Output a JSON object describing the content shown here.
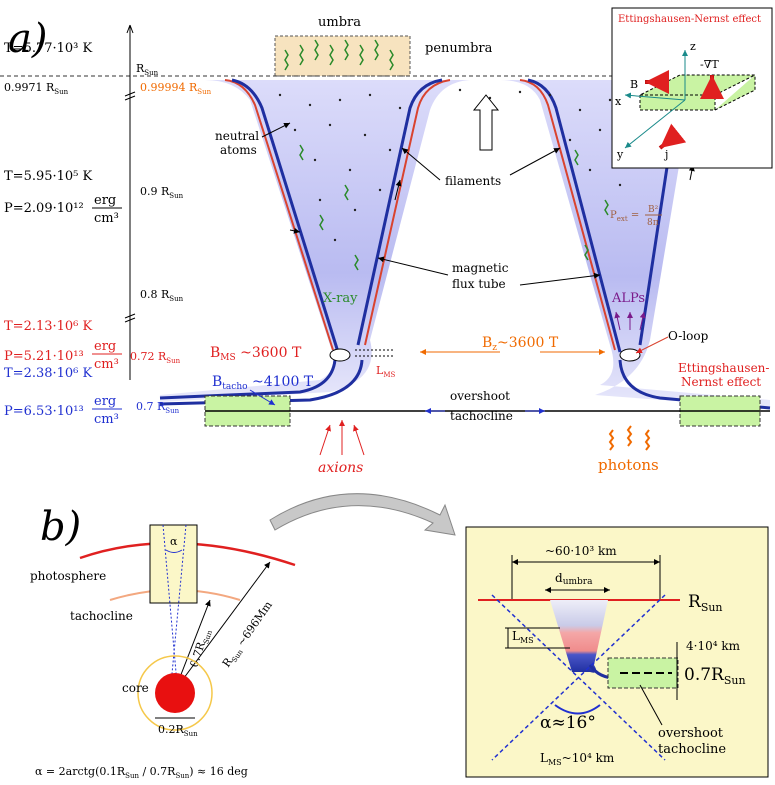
{
  "colors": {
    "tube_fill": "#c9caf4",
    "tube_dark": "#8c8fe0",
    "wall_red": "#d9432f",
    "wall_blue": "#1f2fa0",
    "umbra_fill": "#f7e3bf",
    "green_box": "#c9f3a3",
    "panel_b_bg": "#fbf7c8",
    "red_text": "#e02020",
    "blue_text": "#2030d0",
    "orange_text": "#f06a00",
    "green_text": "#2a8a2a",
    "purple_text": "#7a1a8a"
  },
  "panel_a": {
    "label": "a)",
    "left_params": {
      "t1": "T=5.77·10³  K",
      "t2": "T=5.95·10⁵  K",
      "p2": "P=2.09·10¹²",
      "t3": "T=2.13·10⁶  K",
      "p3": "P=5.21·10¹³",
      "t4": "T=2.38·10⁶  K",
      "p4": "P=6.53·10¹³",
      "erg": "erg",
      "cm3": "cm³",
      "r0997": "0.9971 R",
      "sun": "Sun"
    },
    "scale": {
      "rsun": "R",
      "r09": "0.9 R",
      "r08": "0.8 R",
      "r072": "0.72 R",
      "r07": "0.7 R",
      "r099994": "0.99994 R",
      "sun": "Sun"
    },
    "labels": {
      "umbra": "umbra",
      "penumbra": "penumbra",
      "neutral_atoms": "neutral\natoms",
      "filaments": "filaments",
      "magnetic": "magnetic",
      "flux_tube": "flux tube",
      "xray": "X-ray",
      "alps": "ALPs",
      "oloop": "O-loop",
      "en_line1": "Ettingshausen-",
      "en_line2": "Nernst effect",
      "bms": "B",
      "bms_sub": "MS",
      "bms_val": " ~3600 T",
      "btacho": "B",
      "btacho_sub": "tacho",
      "btacho_val": " ~4100 T",
      "bz": "B",
      "bz_sub": "z",
      "bz_val": "~3600 T",
      "lms": "L",
      "lms_sub": "MS",
      "overshoot": "overshoot",
      "tachocline": "tachocline",
      "axions": "axions",
      "photons": "photons",
      "pext": "P",
      "pext_sub": "ext",
      "pext_eq": " = ",
      "b2": "B²",
      "eightpi": "8π"
    },
    "inset": {
      "title": "Ettingshausen-Nernst effect",
      "z": "z",
      "x": "x",
      "y": "y",
      "b": "B",
      "j": "j",
      "gradT": "-∇T"
    }
  },
  "panel_b": {
    "label": "b)",
    "alpha": "α",
    "photosphere": "photosphere",
    "tachocline": "tachocline",
    "r07": "0.7R",
    "rsun696": "R",
    "rsun696_val": " ~696Mm",
    "sun": "Sun",
    "core": "core",
    "r02": "0.2R",
    "formula": "α = 2arctg(0.1R",
    "formula_mid": " / 0.7R",
    "formula_end": ") ≈ 16 deg",
    "inset": {
      "width": "~60·10³ km",
      "dumbra": "d",
      "dumbra_sub": "umbra",
      "rsun": "R",
      "rsun_sub": "Sun",
      "lms": "L",
      "lms_sub": "MS",
      "four": "4·10⁴ km",
      "r07": "0.7R",
      "r07_sub": "Sun",
      "alpha": "α≈16°",
      "overshoot": "overshoot",
      "tachocline": "tachocline",
      "lms_eq": "L",
      "lms_eq_sub": "MS",
      "lms_eq_val": "~10⁴ km"
    }
  }
}
